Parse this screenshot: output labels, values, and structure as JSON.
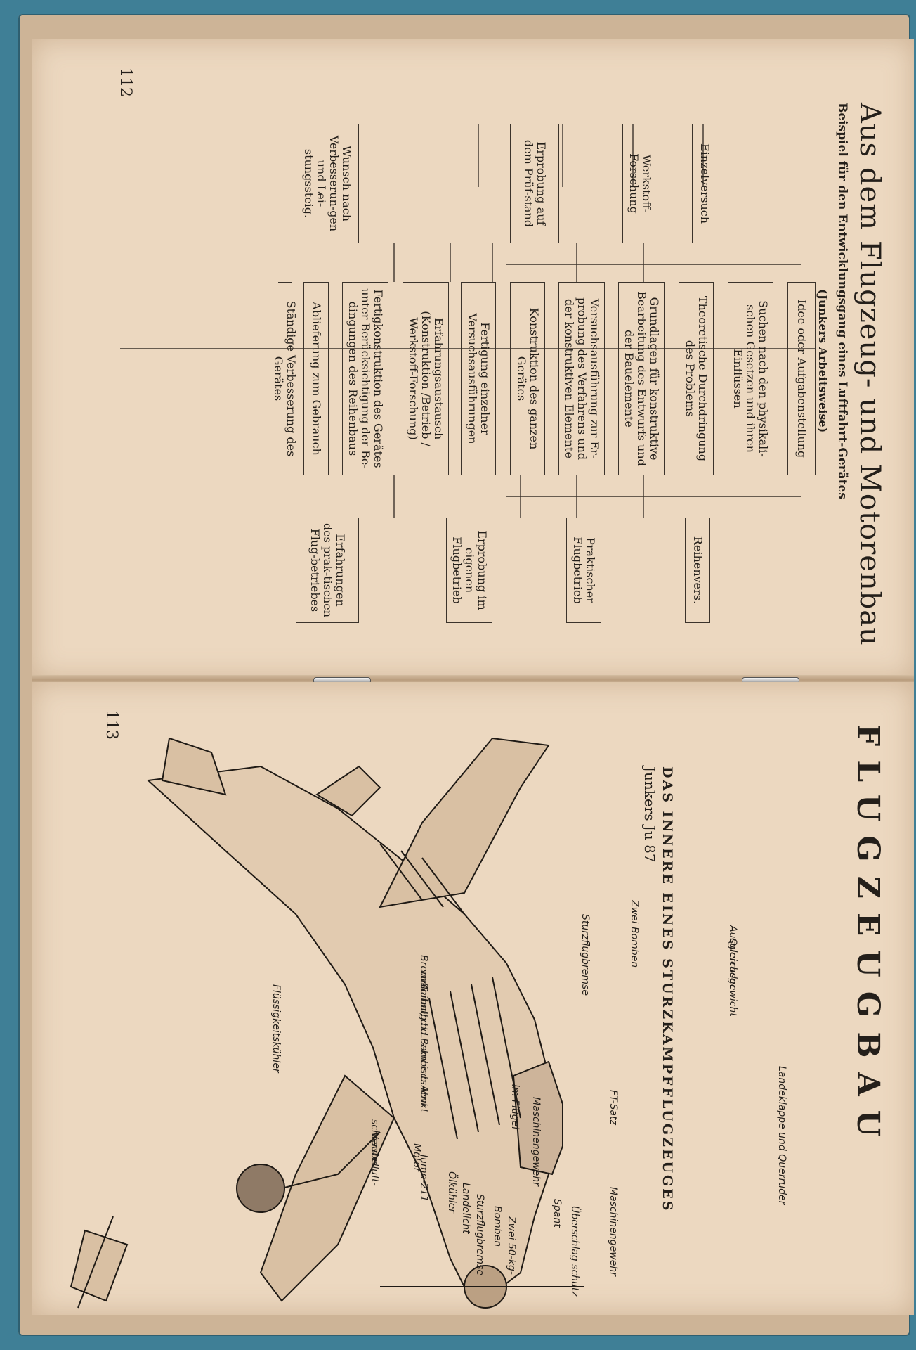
{
  "top_page": {
    "title": "Aus dem Flugzeug- und Motorenbau",
    "subtitle": "Beispiel für den Entwicklungsgang eines Luftfahrt-Gerätes",
    "subtitle2": "(Junkers Arbeitsweise)",
    "page_number": "112",
    "center_boxes": [
      "Idee oder Aufgabenstellung",
      "Suchen nach den physikali-schen Gesetzen und ihren Einflüssen",
      "Theoretische Durchdringung des Problems",
      "Grundlagen für konstruktive Bearbeitung des Entwurfs und der Bauelemente",
      "Versuchsausführung zur Er-probung des Verfahrens und der konstruktiven Elemente",
      "Konstruktion des ganzen Gerätes",
      "Fertigung einzelner Versuchsausführungen",
      "Erfahrungsaustausch (Konstruktion /Betrieb / Werkstoff-Forschung)",
      "Fertigkonstruktion des Gerätes unter Berücksichtigung der Be-dingungen des Reihenbaus",
      "Ablieferung zum Gebrauch",
      "Ständige Verbesserung des Gerätes"
    ],
    "left_boxes": [
      "Einzelversuch",
      "Werkstoff-Forschung",
      "Erprobung auf dem Prüf-stand",
      "Wunsch nach Verbesserun-gen und Lei-stungssteig."
    ],
    "right_boxes": [
      "Reihenvers.",
      "Praktischer Flugbetrieb",
      "Erprobung im eigenen Flugbetrieb",
      "Erfahrungen des prak-tischen Flug-betriebes"
    ]
  },
  "bottom_page": {
    "section_title": "FLUGZEUGBAU",
    "caption": "DAS INNERE EINES STURZKAMPFFLUGZEUGES",
    "caption2": "Junkers Ju 87",
    "page_number": "113",
    "labels": [
      "Überschlag schutz",
      "Spant",
      "Zwei 50-kg-",
      "Bomben",
      "Sturzflugbremse",
      "Landelicht",
      "Ölkühler",
      "Jumo-211",
      "Motor",
      "Verstelluft-",
      "schraube",
      "Maschinengewehr",
      "FT-Satz",
      "Maschinengewehr",
      "im Flügel",
      "Landeklappe und Querruder",
      "Flüssigkeitskühler",
      "Gabel, d.d Bombe b.Abw",
      "außerhalb d.L s-kreises lenkt",
      "Bremsleitung",
      "Querruder",
      "Ausgleichsgewicht",
      "Sturzflugbremse",
      "Zwei Bomben"
    ]
  },
  "colors": {
    "paper": "#ecd8c0",
    "ink": "#241f1a",
    "cover": "#3f7f96"
  }
}
